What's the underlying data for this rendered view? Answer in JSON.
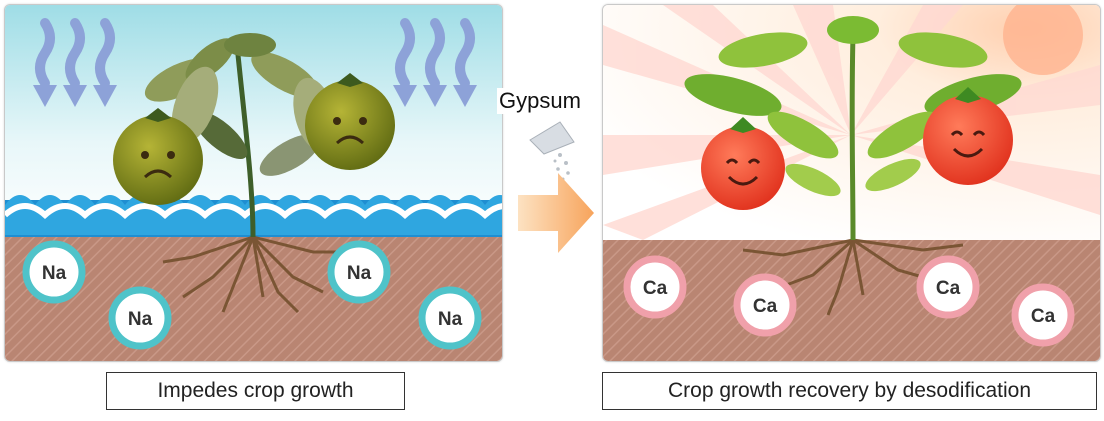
{
  "left": {
    "caption": "Impedes crop growth",
    "ion_label": "Na",
    "ion_color": "#4fc3c9"
  },
  "right": {
    "caption": "Crop growth recovery by desodification",
    "ion_label": "Ca",
    "ion_color": "#f0a0aa"
  },
  "transition": {
    "label": "Gypsum",
    "arrow_color": "#f7a45c"
  }
}
